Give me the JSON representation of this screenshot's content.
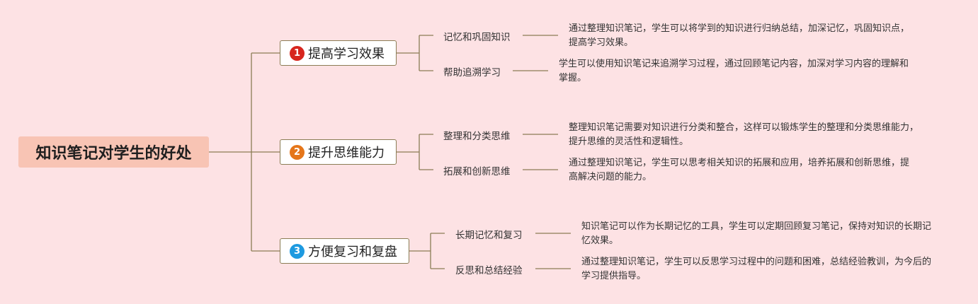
{
  "root": {
    "title": "知识笔记对学生的好处"
  },
  "colors": {
    "background": "#fde2e4",
    "root_fill": "#f8c4b4",
    "connector": "#8b7d55",
    "badge_1": "#d7261e",
    "badge_2": "#e5761a",
    "badge_3": "#1e9ae0"
  },
  "branches": [
    {
      "number": "1",
      "label": "提高学习效果",
      "topics": [
        {
          "label": "记忆和巩固知识",
          "description": "通过整理知识笔记，学生可以将学到的知识进行归纳总结，加深记忆，巩固知识点，提高学习效果。"
        },
        {
          "label": "帮助追溯学习",
          "description": "学生可以使用知识笔记来追溯学习过程，通过回顾笔记内容，加深对学习内容的理解和掌握。"
        }
      ]
    },
    {
      "number": "2",
      "label": "提升思维能力",
      "topics": [
        {
          "label": "整理和分类思维",
          "description": "整理知识笔记需要对知识进行分类和整合，这样可以锻炼学生的整理和分类思维能力，提升思维的灵活性和逻辑性。"
        },
        {
          "label": "拓展和创新思维",
          "description": "通过整理知识笔记，学生可以思考相关知识的拓展和应用，培养拓展和创新思维，提高解决问题的能力。"
        }
      ]
    },
    {
      "number": "3",
      "label": "方便复习和复盘",
      "topics": [
        {
          "label": "长期记忆和复习",
          "description": "知识笔记可以作为长期记忆的工具，学生可以定期回顾复习笔记，保持对知识的长期记忆效果。"
        },
        {
          "label": "反思和总结经验",
          "description": "通过整理知识笔记，学生可以反思学习过程中的问题和困难，总结经验教训，为今后的学习提供指导。"
        }
      ]
    }
  ]
}
